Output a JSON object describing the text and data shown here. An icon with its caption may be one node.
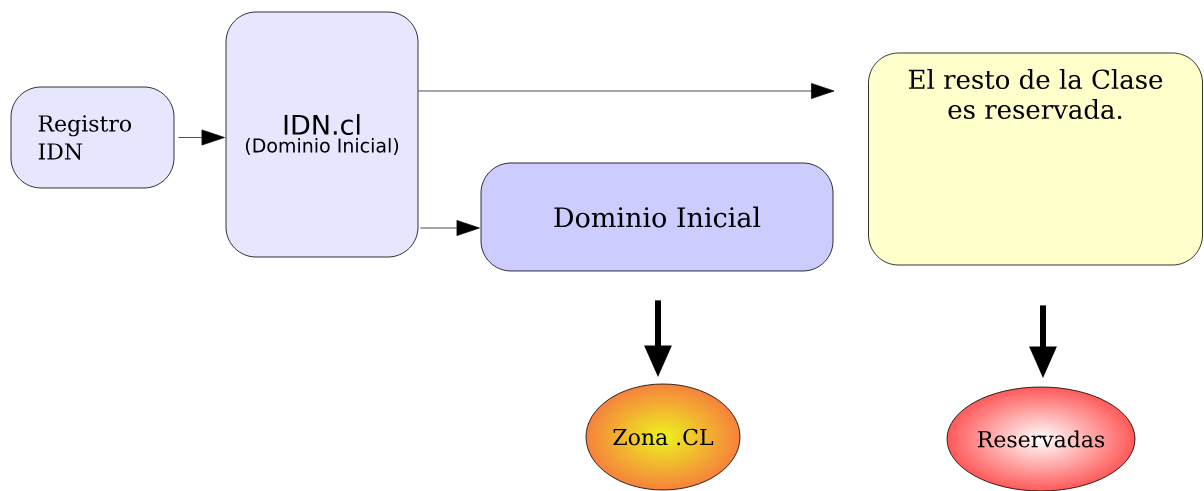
{
  "diagram": {
    "nodes": [
      {
        "text": [
          "Registro IDN"
        ]
      },
      {
        "text": [
          "IDN.cl",
          "(Dominio Inicial)"
        ]
      },
      {
        "text": [
          "Dominio Inicial"
        ]
      },
      {
        "text": [
          "El resto de la Clase es reservada."
        ]
      },
      {
        "text": [
          "Zona .CL"
        ]
      },
      {
        "text": [
          "Reservadas"
        ]
      }
    ],
    "edges": [
      {
        "from": 0,
        "to": 1,
        "arrow": "to"
      },
      {
        "from": 1,
        "to": 3,
        "arrow": "to"
      },
      {
        "from": 1,
        "to": 2,
        "arrow": "to"
      },
      {
        "from": 2,
        "to": 4,
        "arrow": "to",
        "style": "thick"
      },
      {
        "from": 3,
        "to": 5,
        "arrow": "to",
        "style": "thick"
      }
    ]
  }
}
